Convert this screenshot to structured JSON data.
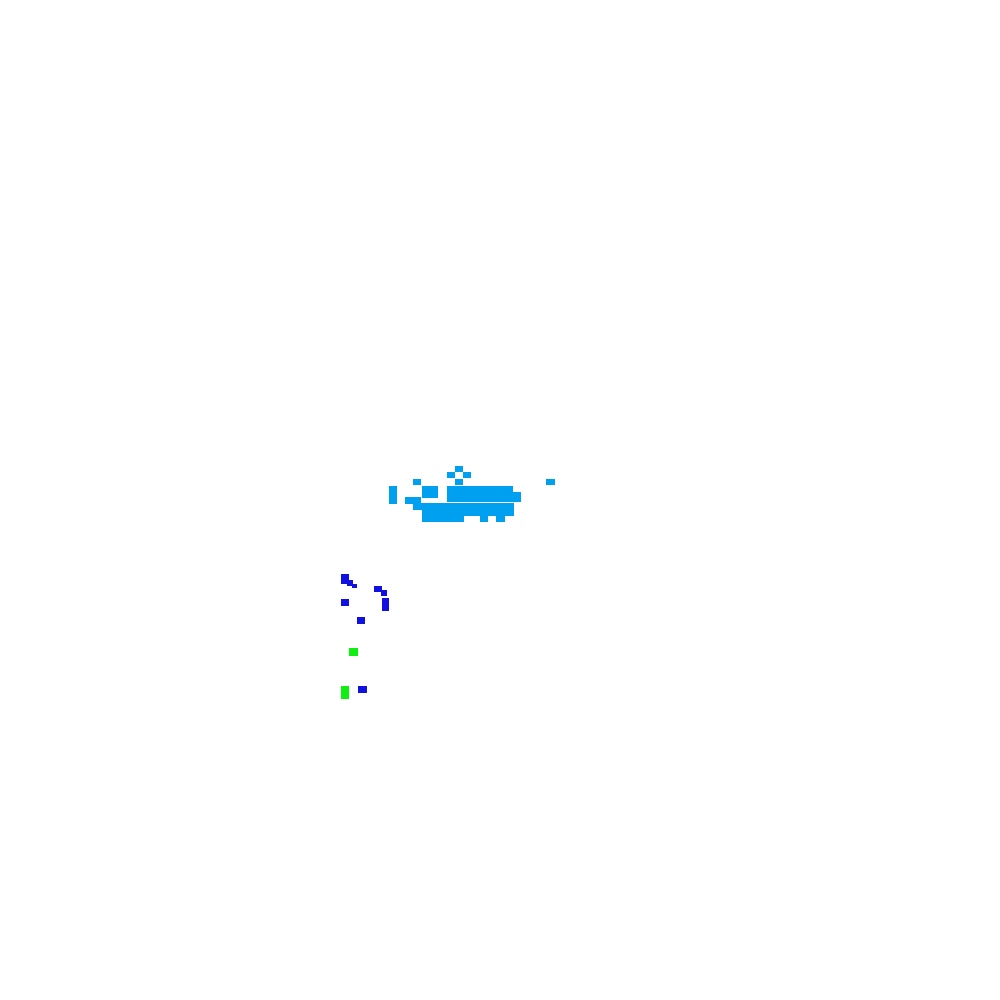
{
  "canvas": {
    "background": "#ffffff"
  },
  "colors": {
    "light_blue": "#00a0f0",
    "dark_blue": "#1010e0",
    "green": "#10f010"
  },
  "clusters": [
    {
      "name": "light-blue-blob",
      "color_key": "light_blue"
    },
    {
      "name": "dark-blue-marks",
      "color_key": "dark_blue"
    },
    {
      "name": "green-marks",
      "color_key": "green"
    }
  ]
}
